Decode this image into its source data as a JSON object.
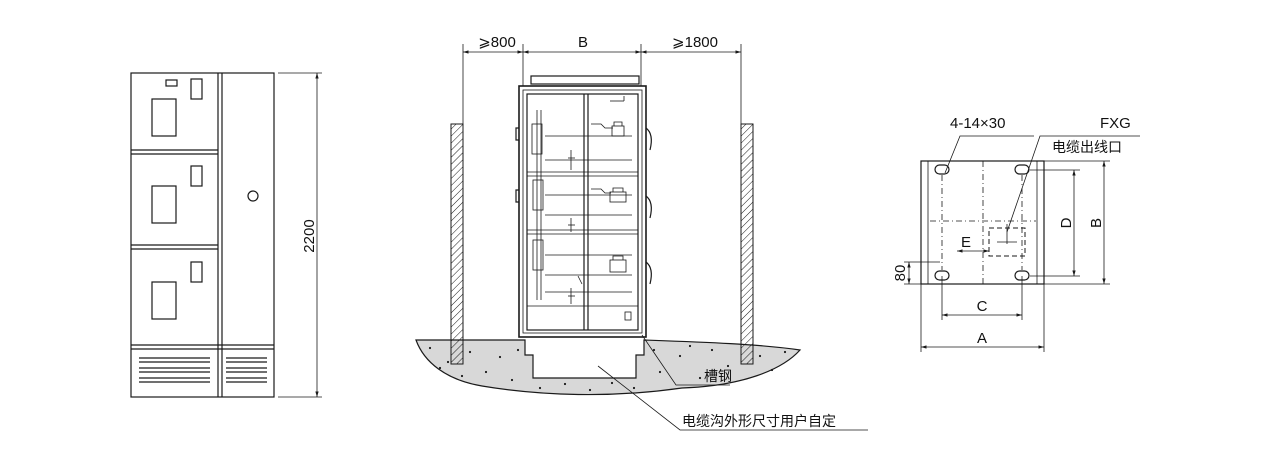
{
  "left_view": {
    "height_dim": "2200"
  },
  "center_view": {
    "dim_left": "⩾800",
    "dim_center": "B",
    "dim_right": "⩾1800",
    "label_channel": "槽钢",
    "label_trench": "电缆沟外形尺寸用户自定"
  },
  "right_view": {
    "holes": "4-14×30",
    "fxg": "FXG",
    "outlet": "电缆出线口",
    "dim_d": "D",
    "dim_b": "B",
    "dim_e": "E",
    "dim_80": "80",
    "dim_c": "C",
    "dim_a": "A"
  }
}
